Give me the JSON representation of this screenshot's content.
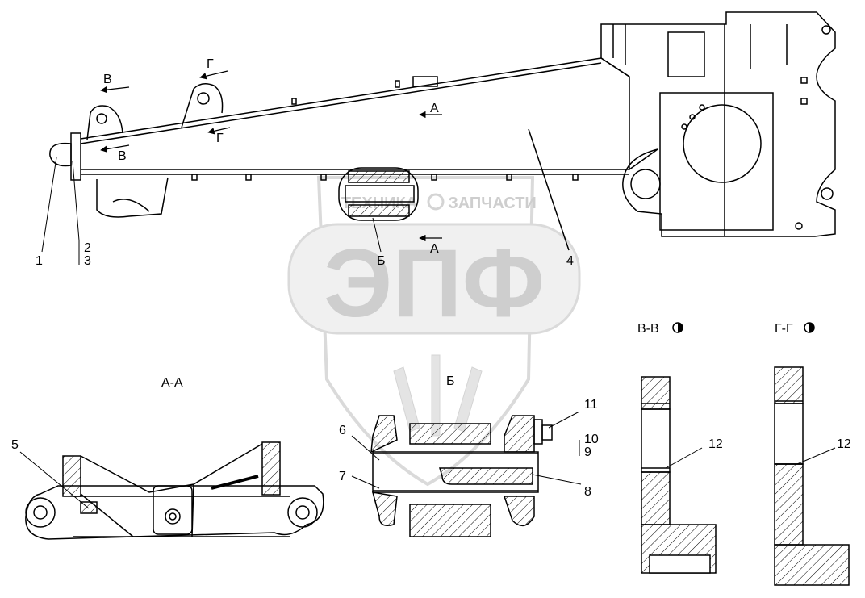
{
  "watermark": {
    "top_left": "ТЕХНИКА",
    "top_right": "ЗАПЧАСТИ",
    "big": "ЭПФ"
  },
  "sections": {
    "aa": "А-А",
    "b": "Б",
    "vv": "В-В",
    "gg": "Г-Г"
  },
  "markers": {
    "a": "А",
    "b": "Б",
    "v": "В",
    "g": "Г"
  },
  "callouts": {
    "n1": "1",
    "n2": "2",
    "n3": "3",
    "n4": "4",
    "n5": "5",
    "n6": "6",
    "n7": "7",
    "n8": "8",
    "n9": "9",
    "n10": "10",
    "n11": "11",
    "n12": "12"
  }
}
